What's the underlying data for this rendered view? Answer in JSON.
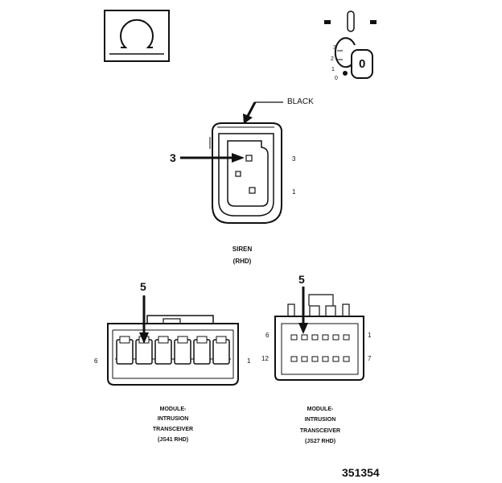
{
  "icons": {
    "ohm_symbol": "Ω",
    "ignition_key_label": "0",
    "ignition_positions": [
      "3",
      "2",
      "1",
      "0"
    ]
  },
  "siren": {
    "color_label": "BLACK",
    "callout_pin": "3",
    "pin_labels": [
      "3",
      "1"
    ],
    "title": "SIREN",
    "subtitle": "(RHD)"
  },
  "connector_js41": {
    "callout_pin": "5",
    "pin_left": "6",
    "pin_right": "1",
    "caption": [
      "MODULE-",
      "INTRUSION",
      "TRANSCEIVER",
      "(JS41 RHD)"
    ]
  },
  "connector_js27": {
    "callout_pin": "5",
    "pin_labels": [
      "6",
      "1",
      "12",
      "7"
    ],
    "caption": [
      "MODULE-",
      "INTRUSION",
      "TRANSCEIVER",
      "(JS27 RHD)"
    ]
  },
  "figure_number": "351354"
}
